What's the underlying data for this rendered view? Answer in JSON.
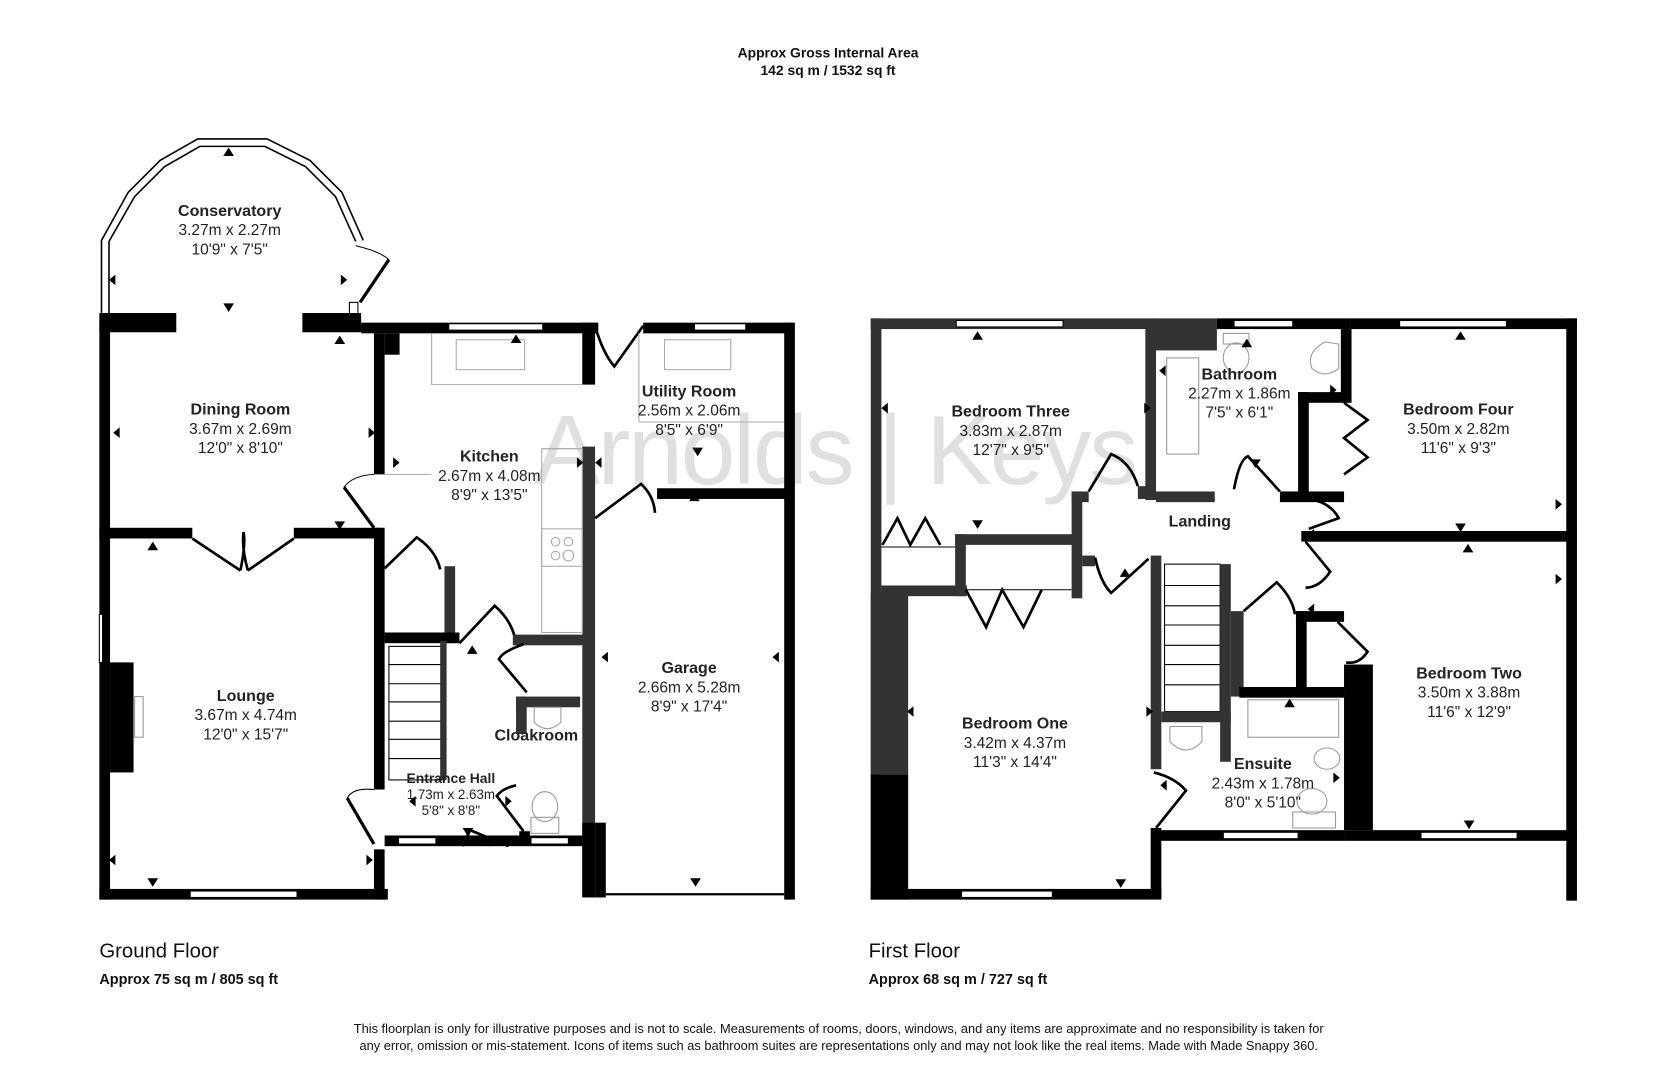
{
  "header": {
    "title": "Approx Gross Internal Area",
    "area": "142 sq m / 1532 sq ft"
  },
  "watermark": "Arnolds | Keys",
  "ground_floor": {
    "label": "Ground Floor",
    "area": "Approx 75 sq m / 805 sq ft",
    "rooms": [
      {
        "name": "Conservatory",
        "metric": "3.27m x 2.27m",
        "imperial": "10'9\" x 7'5\""
      },
      {
        "name": "Dining Room",
        "metric": "3.67m x 2.69m",
        "imperial": "12'0\" x 8'10\""
      },
      {
        "name": "Kitchen",
        "metric": "2.67m x 4.08m",
        "imperial": "8'9\" x 13'5\""
      },
      {
        "name": "Utility Room",
        "metric": "2.56m x 2.06m",
        "imperial": "8'5\" x 6'9\""
      },
      {
        "name": "Lounge",
        "metric": "3.67m x 4.74m",
        "imperial": "12'0\" x 15'7\""
      },
      {
        "name": "Garage",
        "metric": "2.66m x 5.28m",
        "imperial": "8'9\" x 17'4\""
      },
      {
        "name": "Cloakroom"
      },
      {
        "name": "Entrance Hall",
        "metric": "1.73m x 2.63m",
        "imperial": "5'8\" x 8'8\""
      }
    ]
  },
  "first_floor": {
    "label": "First Floor",
    "area": "Approx 68 sq m / 727 sq ft",
    "rooms": [
      {
        "name": "Bedroom Three",
        "metric": "3.83m x 2.87m",
        "imperial": "12'7\" x 9'5\""
      },
      {
        "name": "Bathroom",
        "metric": "2.27m x 1.86m",
        "imperial": "7'5\" x 6'1\""
      },
      {
        "name": "Bedroom Four",
        "metric": "3.50m x 2.82m",
        "imperial": "11'6\" x 9'3\""
      },
      {
        "name": "Landing"
      },
      {
        "name": "Bedroom One",
        "metric": "3.42m x 4.37m",
        "imperial": "11'3\" x 14'4\""
      },
      {
        "name": "Ensuite",
        "metric": "2.43m x 1.78m",
        "imperial": "8'0\" x 5'10\""
      },
      {
        "name": "Bedroom Two",
        "metric": "3.50m x 3.88m",
        "imperial": "11'6\" x 12'9\""
      }
    ]
  },
  "disclaimer": "This floorplan is only for illustrative purposes and is not to scale. Measurements of rooms, doors, windows, and any items are approximate and no responsibility is taken for any error, omission or mis-statement. Icons of items such as bathroom suites are representations only and may not look like the real items. Made with Made Snappy 360.",
  "colors": {
    "wall": "#000000",
    "wall_dark": "#333333",
    "fixture": "#999999",
    "watermark": "#d6d6d6",
    "text": "#222222"
  }
}
